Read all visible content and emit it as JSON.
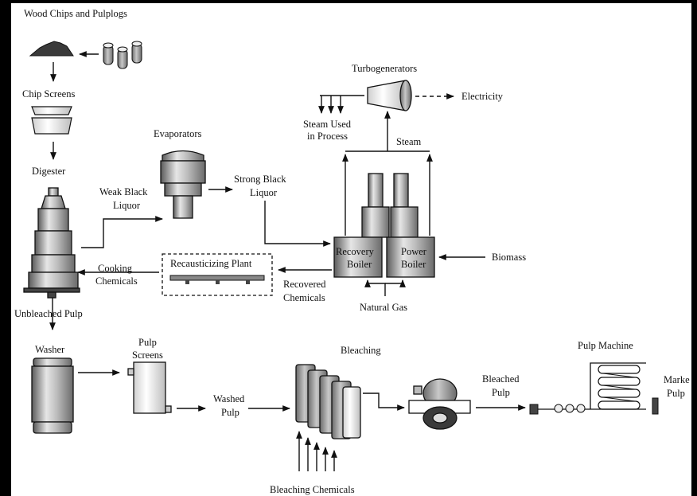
{
  "diagram": {
    "labels": {
      "wood_chips": "Wood Chips and Pulplogs",
      "chip_screens": "Chip Screens",
      "digester": "Digester",
      "evaporators": "Evaporators",
      "weak_black_liquor_1": "Weak Black",
      "weak_black_liquor_2": "Liquor",
      "strong_black_liquor_1": "Strong Black",
      "strong_black_liquor_2": "Liquor",
      "turbogenerators": "Turbogenerators",
      "electricity": "Electricity",
      "steam_used_1": "Steam Used",
      "steam_used_2": "in Process",
      "steam": "Steam",
      "recovery_boiler_1": "Recovery",
      "recovery_boiler_2": "Boiler",
      "power_boiler_1": "Power",
      "power_boiler_2": "Boiler",
      "biomass": "Biomass",
      "natural_gas": "Natural Gas",
      "recausticizing_plant": "Recausticizing Plant",
      "recovered_chemicals_1": "Recovered",
      "recovered_chemicals_2": "Chemicals",
      "cooking_chemicals_1": "Cooking",
      "cooking_chemicals_2": "Chemicals",
      "unbleached_pulp": "Unbleached Pulp",
      "washer": "Washer",
      "pulp_screens_1": "Pulp",
      "pulp_screens_2": "Screens",
      "washed_pulp_1": "Washed",
      "washed_pulp_2": "Pulp",
      "bleaching": "Bleaching",
      "bleaching_chemicals": "Bleaching Chemicals",
      "bleached_pulp_1": "Bleached",
      "bleached_pulp_2": "Pulp",
      "pulp_machine": "Pulp Machine",
      "market_pulp_1": "Marke",
      "market_pulp_2": "Pulp"
    }
  }
}
